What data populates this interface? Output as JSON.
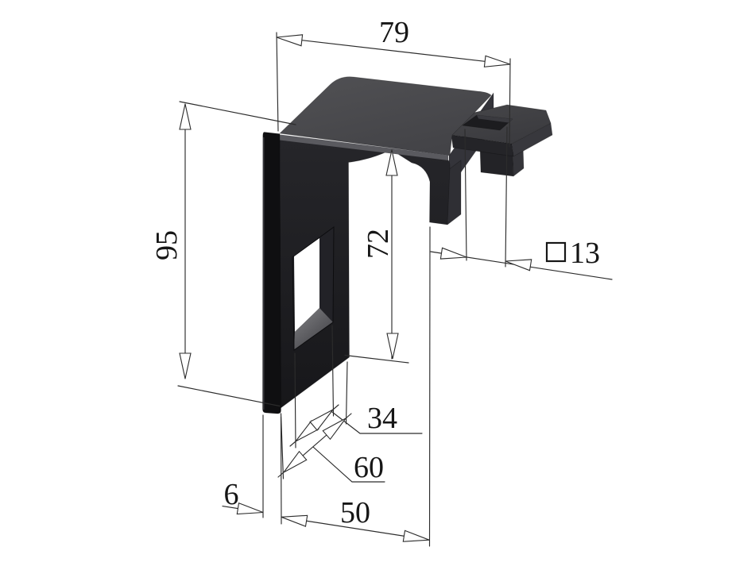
{
  "drawing": {
    "title": "angle-bracket isometric drawing",
    "dimensions": {
      "d79": {
        "label": "79"
      },
      "d95": {
        "label": "95"
      },
      "d72": {
        "label": "72"
      },
      "d13": {
        "label": "13",
        "symbol": "□"
      },
      "d34": {
        "label": "34"
      },
      "d60": {
        "label": "60"
      },
      "d6": {
        "label": "6"
      },
      "d50": {
        "label": "50"
      }
    },
    "colors": {
      "background": "#ffffff",
      "line": "#2c2c2c",
      "text": "#161616",
      "part_top_face": "#4b4b4e",
      "part_front_face": "#1e1e22",
      "part_side_face": "#35353a",
      "part_edge_highlight": "#5a5a5f"
    }
  }
}
